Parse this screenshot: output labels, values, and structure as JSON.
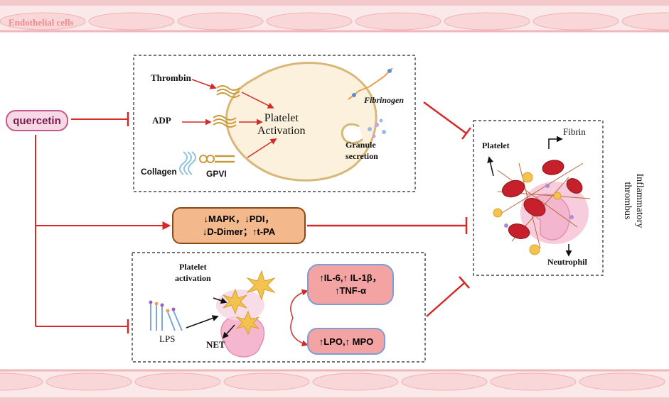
{
  "header": {
    "endothelial_label": "Endothelial cells"
  },
  "quercetin": {
    "label": "quercetin"
  },
  "top_panel": {
    "thrombin": "Thrombin",
    "adp": "ADP",
    "collagen": "Collagen",
    "gpvi": "GPVI",
    "platelet_activation_line1": "Platelet",
    "platelet_activation_line2": "Activation",
    "fibrinogen": "Fibrinogen",
    "granule_line1": "Granule",
    "granule_line2": "secretion"
  },
  "middle_box": {
    "line1": "↓MAPK，↓PDI，",
    "line2": "↓D-Dimer；↑t-PA"
  },
  "bottom_panel": {
    "platelet_activation_line1": "Platelet",
    "platelet_activation_line2": "activation",
    "lps": "LPS",
    "net": "NET",
    "cytokines_line1": "↑IL-6,↑ IL-1β，",
    "cytokines_line2": "↑TNF-α",
    "lpo_mpo": "↑LPO,↑ MPO"
  },
  "thrombus_panel": {
    "platelet": "Platelet",
    "fibrin": "Fibrin",
    "neutrophil": "Neutrophil",
    "title_line1": "Inflammatory",
    "title_line2": "thrombus"
  },
  "colors": {
    "inhibition_red": "#d42a2a",
    "quercetin_fill": "#f7d8e6",
    "middle_box_fill": "#f3b98c",
    "cytokine_fill": "#f4a3a3",
    "endothelium": "#f7d2d2",
    "platelet_yellow": "#f2c34e",
    "rbc_red": "#c5202b"
  }
}
